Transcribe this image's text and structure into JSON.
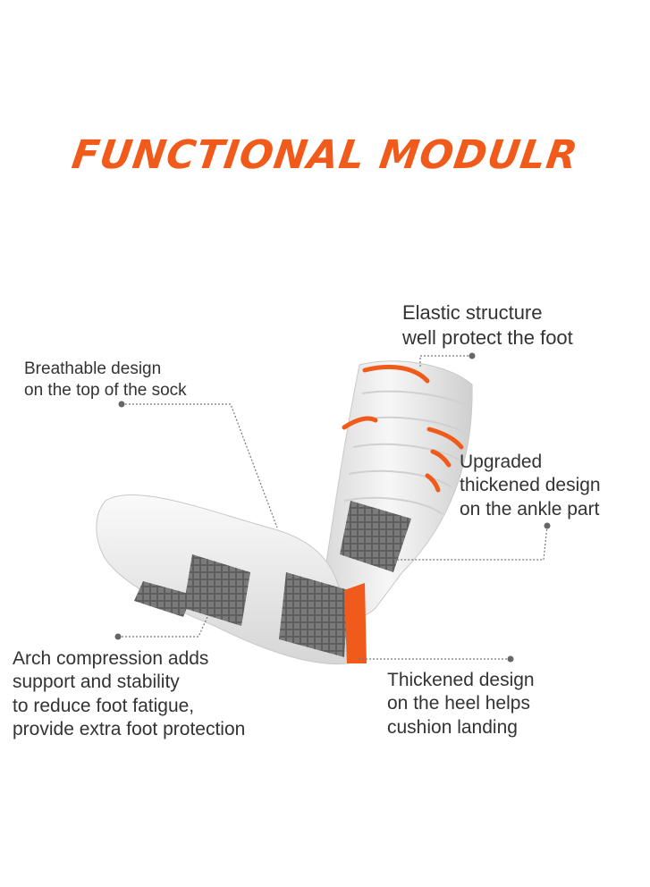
{
  "title": "FUNCTIONAL MODULR",
  "colors": {
    "accent": "#f05a1a",
    "text": "#333333",
    "sock_white": "#f4f4f4",
    "sock_grey": "#6e6e6e"
  },
  "callouts": {
    "elastic": {
      "lines": [
        "Elastic structure",
        "well protect the foot"
      ]
    },
    "breathable": {
      "lines": [
        "Breathable design",
        "on the top of the sock"
      ]
    },
    "ankle": {
      "lines": [
        "Upgraded",
        "thickened design",
        "on the ankle part"
      ]
    },
    "arch": {
      "lines": [
        "Arch compression adds",
        "support and stability",
        "to reduce foot fatigue,",
        "provide extra foot protection"
      ]
    },
    "heel": {
      "lines": [
        "Thickened design",
        "on the heel helps",
        "cushion landing"
      ]
    }
  }
}
